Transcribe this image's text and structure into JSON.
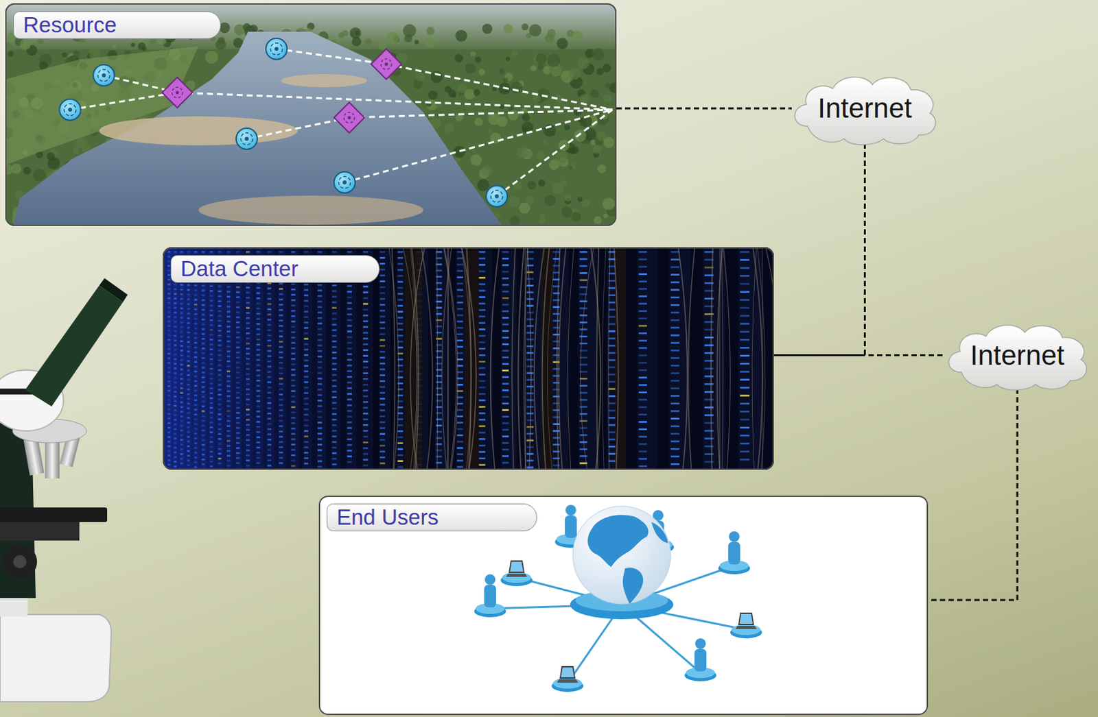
{
  "diagram": {
    "nodes": [
      {
        "text": [
          "Resource"
        ]
      },
      {
        "text": [
          "Internet"
        ]
      },
      {
        "text": [
          "Data Center"
        ]
      },
      {
        "text": [
          "Internet"
        ]
      },
      {
        "text": [
          "End Users"
        ]
      }
    ],
    "edges": [
      {
        "from": 0,
        "to": 1,
        "arrow": "none"
      },
      {
        "from": 1,
        "to": 2,
        "arrow": "none"
      },
      {
        "from": 2,
        "to": 3,
        "arrow": "none"
      },
      {
        "from": 3,
        "to": 4,
        "arrow": "none"
      }
    ]
  }
}
